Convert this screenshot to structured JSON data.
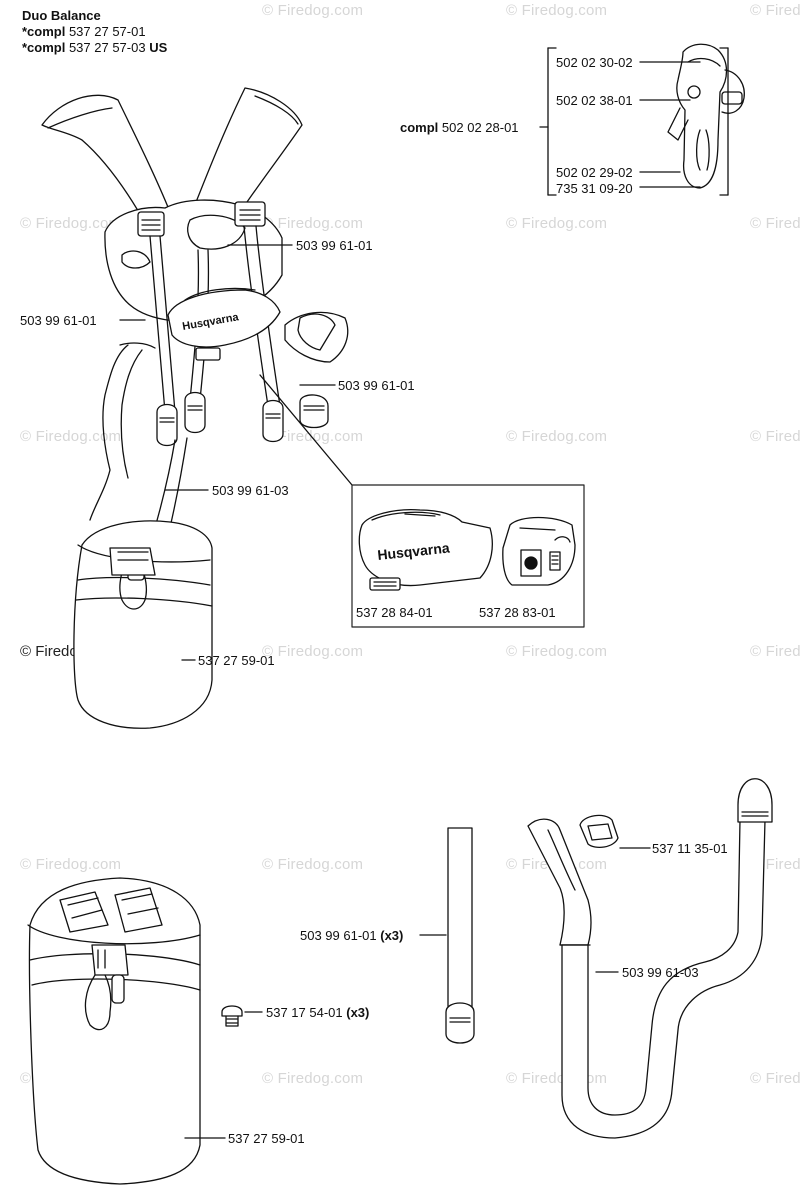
{
  "header": {
    "title": "Duo Balance",
    "line1_prefix": "*compl",
    "line1_number": " 537 27 57-01",
    "line2_prefix": "*compl",
    "line2_number": " 537 27 57-03 ",
    "line2_suffix": "US"
  },
  "watermark": "© Firedog.com",
  "copyright": "© Firedog.com",
  "hook_group": {
    "compl_prefix": "compl",
    "compl_number": " 502 02 28-01",
    "parts": [
      "502 02 30-02",
      "502 02 38-01",
      "502 02 29-02",
      "735 31 09-20"
    ]
  },
  "harness_labels": {
    "strap_upper_right": "503 99 61-01",
    "strap_left": "503 99 61-01",
    "strap_lower_right": "503 99 61-01",
    "long_strap": "503 99 61-03",
    "hip_pad": "537 27 59-01"
  },
  "inset": {
    "left_part": "537 28 84-01",
    "right_part": "537 28 83-01",
    "brand": "Husqvarna"
  },
  "brand_on_harness": "Husqvarna",
  "lower_left": {
    "screw_number": "537 17 54-01 ",
    "screw_qty": "(x3)",
    "pad": "537 27 59-01"
  },
  "lower_right": {
    "buckle": "537 11 35-01",
    "strap_number": "503 99 61-01 ",
    "strap_qty": "(x3)",
    "long_strap": "503 99 61-03"
  }
}
